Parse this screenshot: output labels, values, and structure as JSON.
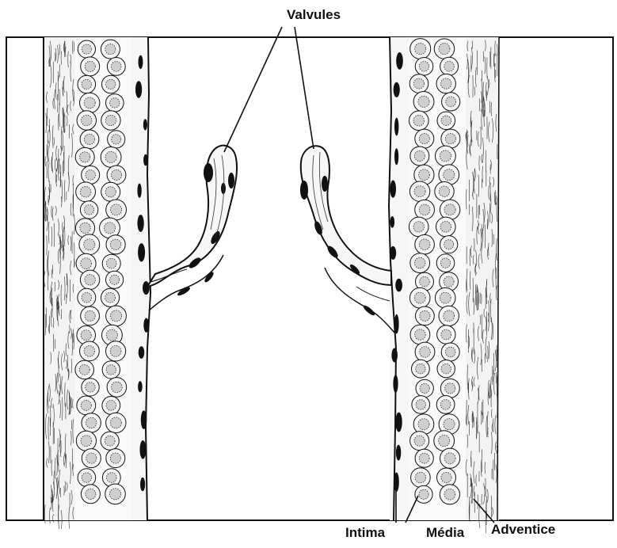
{
  "labels": {
    "valvules": "Valvules",
    "intima": "Intima",
    "media": "Média",
    "adventice": "Adventice"
  },
  "colors": {
    "ink": "#111111",
    "paper": "#ffffff",
    "cell_fill": "#f4f4f4",
    "nucleus_fill": "#cfcfcf"
  }
}
